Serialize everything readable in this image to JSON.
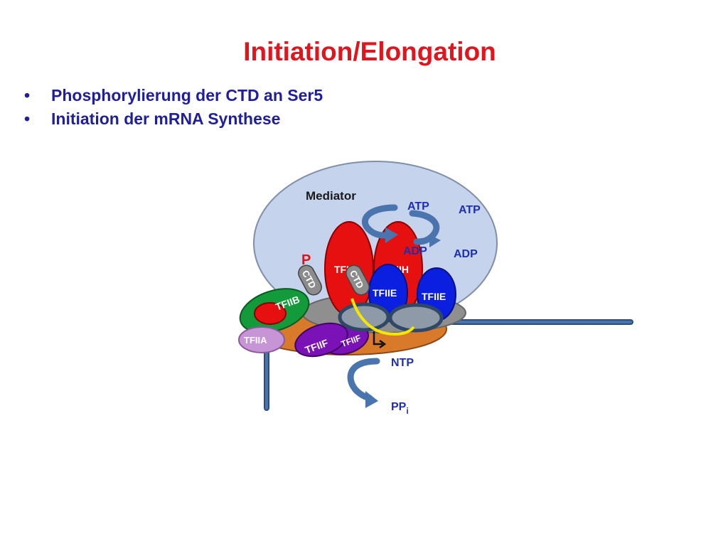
{
  "slide": {
    "title": "Initiation/Elongation",
    "bullet_marker": "•",
    "bullets": [
      "Phosphorylierung der CTD an Ser5",
      "Initiation der mRNA Synthese"
    ]
  },
  "diagram": {
    "mediator": "Mediator",
    "atp_1": "ATP",
    "adp_1": "ADP",
    "atp_2": "ATP",
    "adp_2": "ADP",
    "phospho": "P",
    "tfiih_1": "TFIIH",
    "tfiih_2": "TFIIH",
    "ctd_1": "CTD",
    "ctd_2": "CTD",
    "tfiie_1": "TFIIE",
    "tfiie_2": "TFIIE",
    "tfiib": "TFIIB",
    "tfiia": "TFIIA",
    "tfiif_1": "TFIIF",
    "tfiif_2": "TFIIF",
    "ntp": "NTP",
    "ppi_main": "PP",
    "ppi_sub": "i"
  },
  "colors": {
    "title": "#e0161e",
    "bullets": "#1f1f9b",
    "mediator_fill": "#c5d3ec",
    "tfiih": "#e61010",
    "tfiie": "#0a1fe0",
    "tfiib": "#139a3a",
    "tfiia": "#c795d6",
    "tfiif": "#7a12b8",
    "ctd": "#8c8c8c",
    "dna": "#3b5f93",
    "tbp_orange": "#d97a2b",
    "rnapol_grey": "#8a8a8a",
    "arrows": "#4a74ad",
    "rna": "#f5e600"
  }
}
